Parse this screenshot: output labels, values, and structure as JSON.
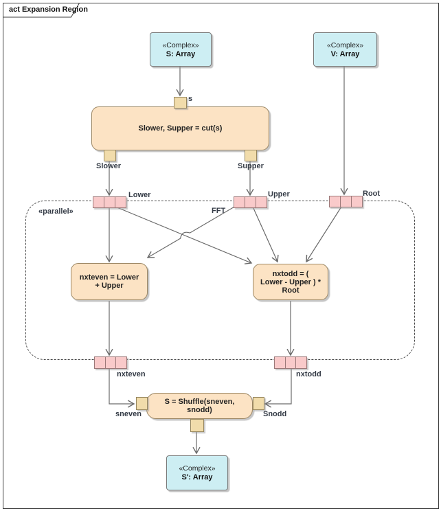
{
  "frame": {
    "title": "act Expansion Region"
  },
  "objects": {
    "s": {
      "stereotype": "«Complex»",
      "name": "S: Array"
    },
    "v": {
      "stereotype": "«Complex»",
      "name": "V: Array"
    },
    "sp": {
      "stereotype": "«Complex»",
      "name": "S': Array"
    }
  },
  "actions": {
    "cut": "Slower, Supper = cut(s)",
    "nxteven": "nxteven = Lower + Upper",
    "nxtodd": "nxtodd = ( Lower - Upper ) * Root",
    "shuffle": "S = Shuffle(sneven, snodd)"
  },
  "region": {
    "stereotype": "«parallel»"
  },
  "pin_labels": {
    "s": "s",
    "slower": "Slower",
    "supper": "Supper",
    "sneven": "sneven",
    "snodd": "Snodd"
  },
  "node_labels": {
    "lower": "Lower",
    "upper": "Upper",
    "root": "Root",
    "nxteven": "nxteven",
    "nxtodd": "nxtodd"
  },
  "edge_labels": {
    "fft": "FFT"
  },
  "colors": {
    "object_fill": "#cdeef3",
    "action_fill": "#fce3c4",
    "expansion_node_fill": "#f9caca",
    "pin_fill": "#f1dcab",
    "connector": "#6b6b6b",
    "region_border": "#4a4a4a"
  }
}
